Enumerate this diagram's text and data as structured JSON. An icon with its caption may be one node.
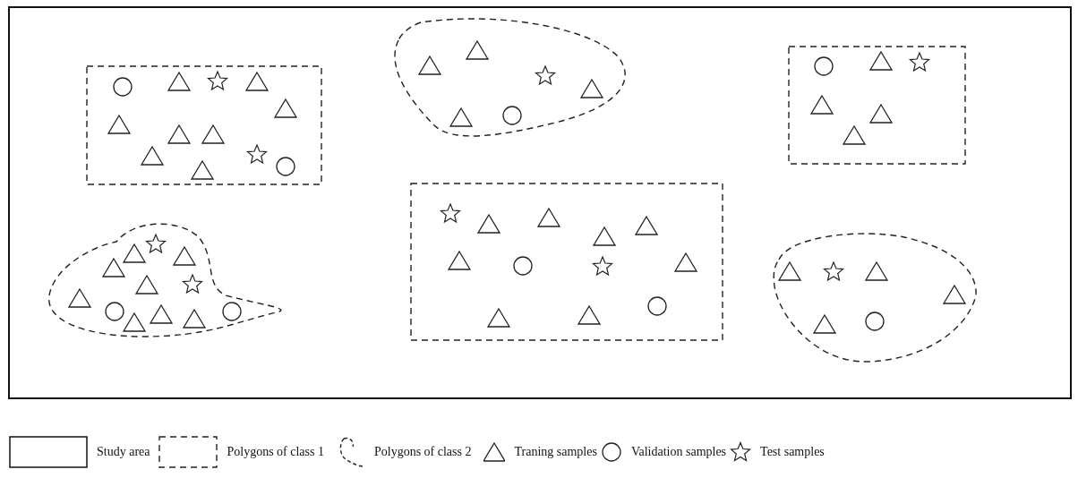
{
  "diagram": {
    "legend": [
      {
        "text": "Study area"
      },
      {
        "text": "Polygons of class 1"
      },
      {
        "text": "Polygons of class 2"
      },
      {
        "text": "Traning samples"
      },
      {
        "text": "Validation samples"
      },
      {
        "text": "Test samples"
      }
    ]
  }
}
